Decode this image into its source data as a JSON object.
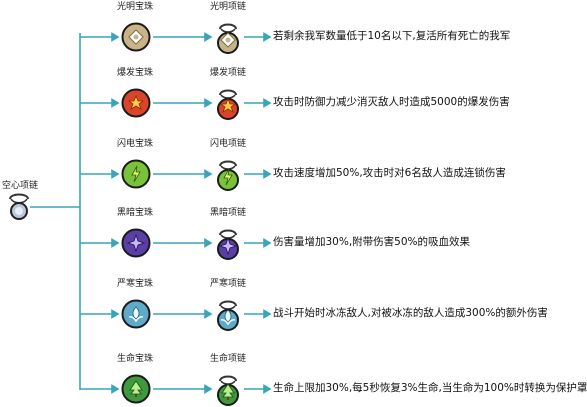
{
  "root": {
    "label": "空心项链"
  },
  "rows": [
    {
      "gem": "光明宝珠",
      "necklace": "光明项链",
      "desc": "若剩余我军数量低于10名以下,复活所有死亡的我军",
      "gem_color": "#c9b48a",
      "gem_icon": "sun-icon"
    },
    {
      "gem": "爆发宝珠",
      "necklace": "爆发项链",
      "desc": "攻击时防御力减少消灭敌人时造成5000的爆发伤害",
      "gem_color": "#d9442b",
      "gem_icon": "burst-icon"
    },
    {
      "gem": "闪电宝珠",
      "necklace": "闪电项链",
      "desc": "攻击速度增加50%,攻击时对6名敌人造成连锁伤害",
      "gem_color": "#7bc23b",
      "gem_icon": "lightning-icon"
    },
    {
      "gem": "黑暗宝珠",
      "necklace": "黑暗项链",
      "desc": "伤害量增加30%,附带伤害50%的吸血效果",
      "gem_color": "#5b3fa6",
      "gem_icon": "dark-star-icon"
    },
    {
      "gem": "严寒宝珠",
      "necklace": "严寒项链",
      "desc": "战斗开始时冰冻敌人,对被冰冻的敌人造成300%的额外伤害",
      "gem_color": "#5fa9c9",
      "gem_icon": "frost-icon"
    },
    {
      "gem": "生命宝珠",
      "necklace": "生命项链",
      "desc": "生命上限加30%,每5秒恢复3%生命,当生命为100%时转换为保护罩",
      "gem_color": "#3f9a3f",
      "gem_icon": "tree-icon"
    }
  ]
}
